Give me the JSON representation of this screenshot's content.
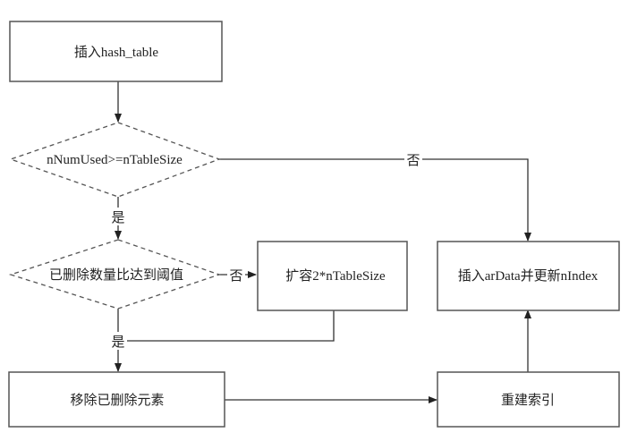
{
  "nodes": {
    "start": "插入hash_table",
    "check_used": "nNumUsed>=nTableSize",
    "check_deleted": "已删除数量比达到阈值",
    "expand": "扩容2*nTableSize",
    "insert": "插入arData并更新nIndex",
    "remove": "移除已删除元素",
    "rebuild": "重建索引"
  },
  "edges": {
    "used_no": "否",
    "used_yes": "是",
    "deleted_no": "否",
    "deleted_yes": "是"
  }
}
